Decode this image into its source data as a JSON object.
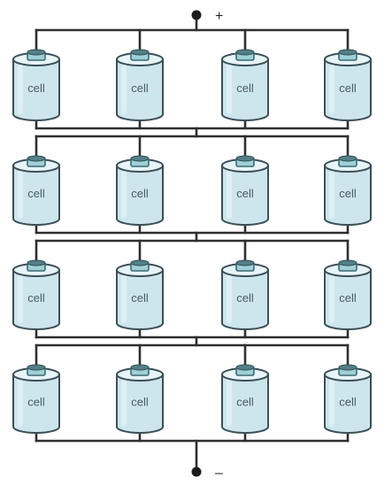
{
  "terminals": {
    "positive": "+",
    "negative": "–"
  },
  "cell_label": "cell",
  "rows": 4,
  "cells_per_row": 4,
  "colors": {
    "cell_fill": "#cde6ee",
    "wire": "#2f2f2f"
  }
}
